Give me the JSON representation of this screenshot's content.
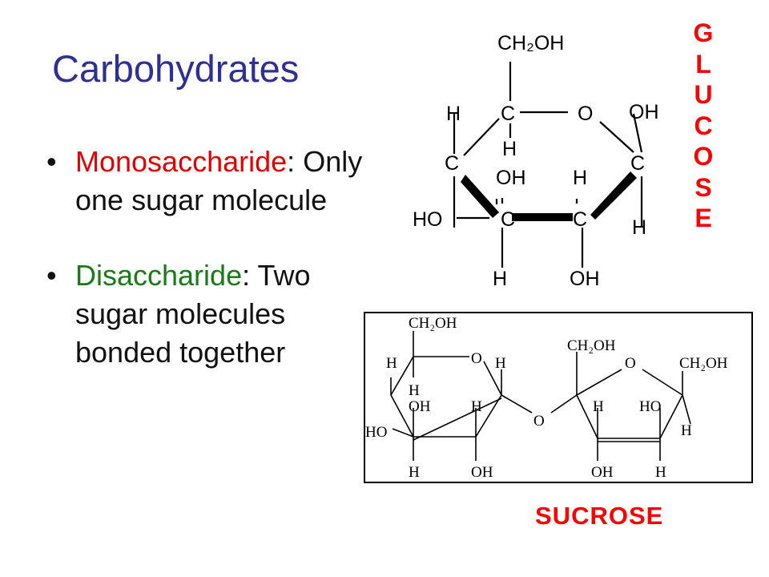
{
  "slide": {
    "title": "Carbohydrates",
    "bullets": [
      {
        "term": "Monosaccharide",
        "suffix": ":",
        "text": "Only one sugar molecule"
      },
      {
        "term": "Disaccharide",
        "suffix": ":",
        "text": "Two sugar molecules bonded together"
      }
    ],
    "glucose_label": [
      "G",
      "L",
      "U",
      "C",
      "O",
      "S",
      "E"
    ],
    "sucrose_label": "SUCROSE"
  },
  "glucose_structure": {
    "top_group": "CH₂OH",
    "ring_atoms": [
      "C",
      "O",
      "C",
      "C",
      "C",
      "C"
    ],
    "substituents": [
      "H",
      "H",
      "OH",
      "H",
      "OH",
      "HO",
      "H",
      "H",
      "OH"
    ]
  },
  "sucrose_structure": {
    "glucose_unit": [
      "CH₂OH",
      "O",
      "H",
      "H",
      "H",
      "OH",
      "H",
      "HO",
      "H",
      "OH"
    ],
    "bridge_oxygen": "O",
    "fructose_unit": [
      "CH₂OH",
      "O",
      "CH₂OH",
      "H",
      "HO",
      "H",
      "OH",
      "H"
    ]
  },
  "colors": {
    "title": "#2e3192",
    "monosaccharide": "#e00000",
    "disaccharide": "#1a7a1a",
    "labels": "#ff0000"
  }
}
